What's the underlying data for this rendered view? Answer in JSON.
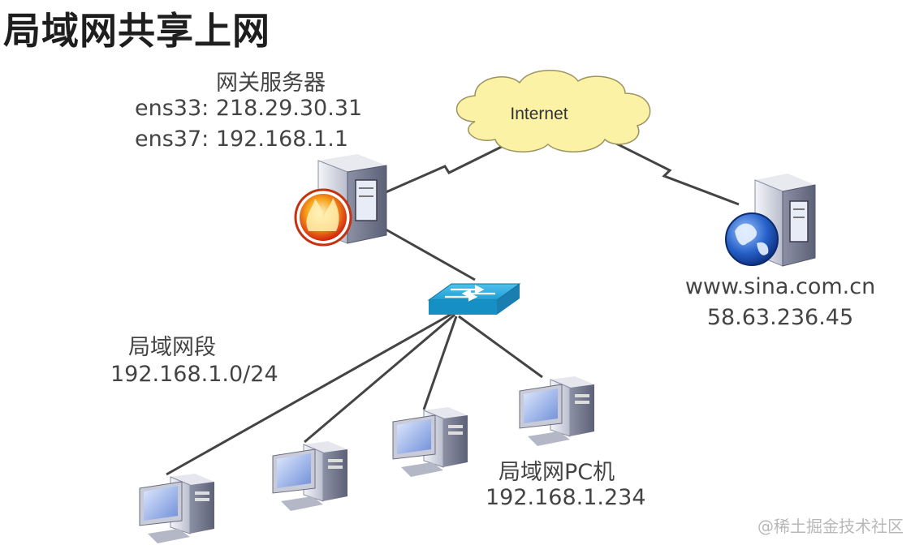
{
  "title": "局域网共享上网",
  "gateway": {
    "name": "网关服务器",
    "ens33": "ens33: 218.29.30.31",
    "ens37": "ens37: 192.168.1.1"
  },
  "internet": {
    "label": "Internet"
  },
  "web_server": {
    "host": "www.sina.com.cn",
    "ip": "58.63.236.45"
  },
  "lan_segment": {
    "name": "局域网段",
    "cidr": "192.168.1.0/24"
  },
  "lan_pc": {
    "name": "局域网PC机",
    "ip": "192.168.1.234"
  },
  "watermark": "@稀土掘金技术社区",
  "colors": {
    "cloud_fill": "#fbf2a6",
    "switch_blue": "#1f9fd4",
    "link": "#444444",
    "firewall": "#e4381a",
    "globe": "#2560c8"
  },
  "icons": [
    "firewall-server-icon",
    "internet-cloud-icon",
    "web-server-icon",
    "switch-icon",
    "pc-icon"
  ]
}
